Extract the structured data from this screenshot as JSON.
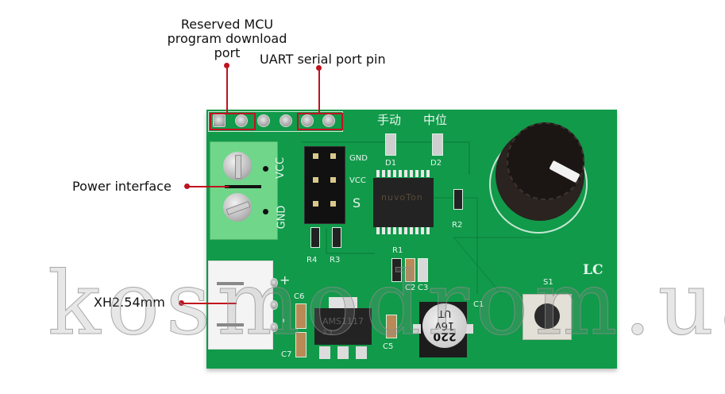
{
  "callouts": {
    "mcu_port": [
      "Reserved MCU",
      "program download",
      "port"
    ],
    "uart": "UART serial port pin",
    "power": "Power interface",
    "xh": "XH2.54mm"
  },
  "silkscreen": {
    "manual": "手动",
    "middle": "中位",
    "d1": "D1",
    "d2": "D2",
    "gnd_hdr": "GND",
    "vcc_hdr": "VCC",
    "s_hdr": "S",
    "vcc_term": "VCC",
    "gnd_term": "GND",
    "r1": "R1",
    "r2": "R2",
    "r3": "R3",
    "r4": "R4",
    "c1": "C1",
    "c2": "C2",
    "c3": "C3",
    "c5": "C5",
    "c6": "C6",
    "c7": "C7",
    "s1": "S1",
    "logo": "LC",
    "plus": "+",
    "minus": "-"
  },
  "components": {
    "mcu_brand": "nuvoTon",
    "regulator": "AMS1117",
    "regulator_sub": "3.3",
    "cap_value": "220",
    "cap_voltage": "16v",
    "cap_series": "UT"
  },
  "watermark": "kosmodrom.ua",
  "colors": {
    "pcb": "#119a4a",
    "callout_line": "#c0121f",
    "terminal": "#6fd68a"
  }
}
